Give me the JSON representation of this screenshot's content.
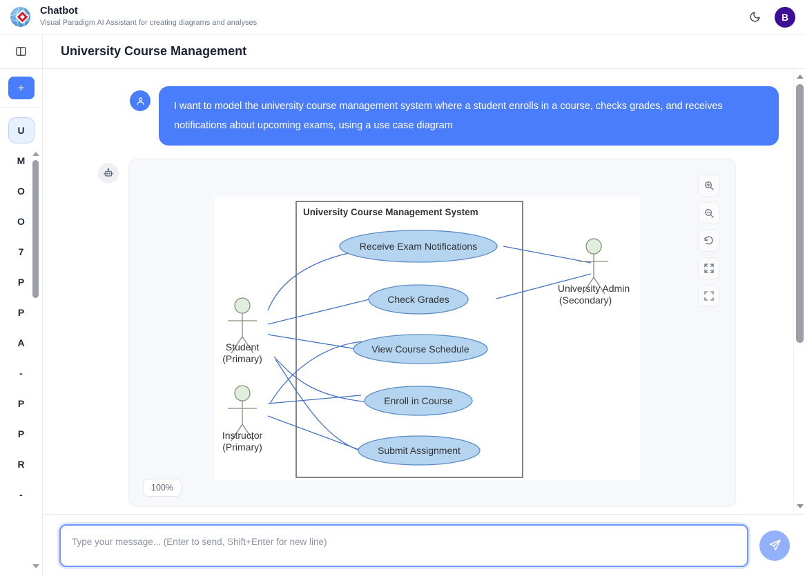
{
  "header": {
    "logo_icon": "visual-paradigm-logo",
    "title": "Chatbot",
    "subtitle": "Visual Paradigm AI Assistant for creating diagrams and analyses",
    "theme_toggle_icon": "moon-icon",
    "avatar_initial": "B",
    "avatar_color": "#3c0f96"
  },
  "subheader": {
    "panel_toggle_icon": "panel-toggle-icon",
    "document_title": "University Course Management"
  },
  "sidebar": {
    "new_chat_label": "+",
    "items": [
      {
        "label": "U",
        "active": true
      },
      {
        "label": "M",
        "active": false
      },
      {
        "label": "O",
        "active": false
      },
      {
        "label": "O",
        "active": false
      },
      {
        "label": "7",
        "active": false
      },
      {
        "label": "P",
        "active": false
      },
      {
        "label": "P",
        "active": false
      },
      {
        "label": "A",
        "active": false
      },
      {
        "label": "-",
        "active": false
      },
      {
        "label": "P",
        "active": false
      },
      {
        "label": "P",
        "active": false
      },
      {
        "label": "R",
        "active": false
      },
      {
        "label": "-",
        "active": false
      }
    ]
  },
  "conversation": {
    "user_message": "I want to model the university course management system where a student enrolls in a course, checks grades, and receives notifications about upcoming exams, using a use case diagram",
    "user_avatar_icon": "user-icon",
    "bot_avatar_icon": "robot-icon"
  },
  "diagram_panel": {
    "zoom_level": "100%",
    "tools": [
      {
        "name": "zoom-in-icon",
        "label": "Zoom In"
      },
      {
        "name": "zoom-out-icon",
        "label": "Zoom Out"
      },
      {
        "name": "reset-icon",
        "label": "Reset"
      },
      {
        "name": "fit-screen-icon",
        "label": "Fit to Screen"
      },
      {
        "name": "fullscreen-icon",
        "label": "Fullscreen"
      }
    ]
  },
  "diagram": {
    "type": "use-case-diagram",
    "system_boundary_title": "University Course Management System",
    "actors": [
      {
        "name": "Student",
        "role": "(Primary)"
      },
      {
        "name": "Instructor",
        "role": "(Primary)"
      },
      {
        "name": "University Admin",
        "role": "(Secondary)"
      }
    ],
    "use_cases": [
      "Receive Exam Notifications",
      "Check Grades",
      "View Course Schedule",
      "Enroll in Course",
      "Submit Assignment"
    ],
    "colors": {
      "use_case_fill": "#b4d4ef",
      "use_case_stroke": "#5b8cc6",
      "connector": "#4472c4",
      "actor_head_fill": "#dfeedd",
      "actor_stroke": "#8a8a7a",
      "boundary_stroke": "#666666"
    }
  },
  "composer": {
    "placeholder": "Type your message... (Enter to send, Shift+Enter for new line)",
    "value": "",
    "send_icon": "send-icon"
  }
}
